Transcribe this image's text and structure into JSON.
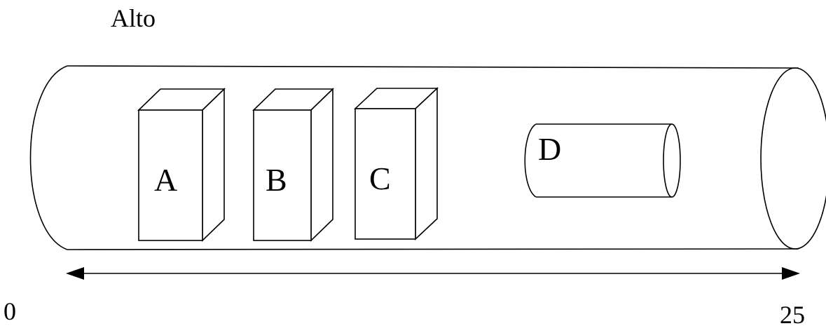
{
  "diagram": {
    "top_label": "Alto",
    "scale": {
      "start": "0",
      "end": "25"
    },
    "objects": [
      {
        "id": "A",
        "shape": "box",
        "label": "A"
      },
      {
        "id": "B",
        "shape": "box",
        "label": "B"
      },
      {
        "id": "C",
        "shape": "box",
        "label": "C"
      },
      {
        "id": "D",
        "shape": "cylinder",
        "label": "D"
      }
    ],
    "colors": {
      "stroke": "#000000",
      "background": "#ffffff"
    }
  }
}
